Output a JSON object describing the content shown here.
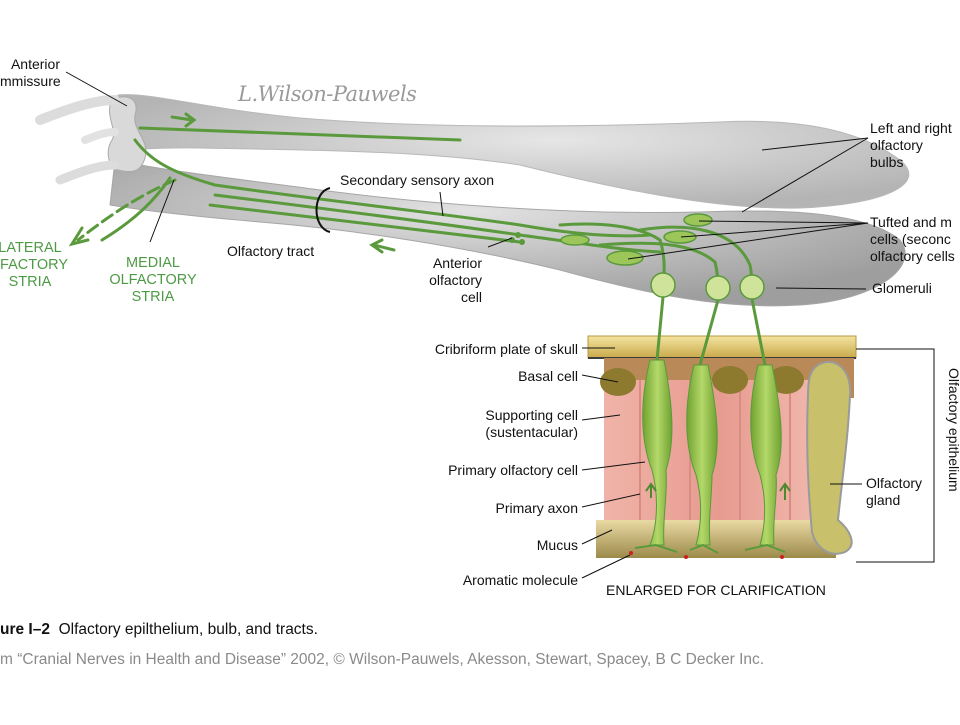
{
  "signature": "L.Wilson-Pauwels",
  "labels": {
    "anterior_commissure": "Anterior\nmmissure",
    "left_right_bulbs": "Left and right\nolfactory bulbs",
    "secondary_sensory_axon": "Secondary sensory axon",
    "tufted_mitral": "Tufted and m\ncells (seconc\nolfactory cells",
    "lateral_stria": "LATERAL\nLFACTORY\nSTRIA",
    "medial_stria": "MEDIAL\nOLFACTORY\nSTRIA",
    "olfactory_tract": "Olfactory tract",
    "anterior_olfactory_cell": "Anterior\nolfactory\ncell",
    "glomeruli": "Glomeruli",
    "cribriform_plate": "Cribriform plate of skull",
    "basal_cell": "Basal cell",
    "supporting_cell": "Supporting cell\n(sustentacular)",
    "primary_olfactory_cell": "Primary olfactory cell",
    "primary_axon": "Primary axon",
    "mucus": "Mucus",
    "aromatic_molecule": "Aromatic molecule",
    "olfactory_gland": "Olfactory\ngland",
    "olfactory_epithelium": "Olfactory epithelium",
    "enlarged": "ENLARGED FOR CLARIFICATION"
  },
  "caption": {
    "figure_num": "ure I–2",
    "figure_title": "Olfactory epilthelium, bulb, and tracts.",
    "source": "m “Cranial Nerves in Health and Disease” 2002, © Wilson-Pauwels, Akesson, Stewart, Spacey, B C Decker Inc."
  },
  "colors": {
    "nerve_green": "#5a9a3c",
    "cell_green": "#8cbf3a",
    "tract_gray": "#cfcfcf",
    "epithelium_pink": "#e9a49a",
    "bone_tan": "#e8d27a",
    "label_green": "#4d9a45"
  }
}
